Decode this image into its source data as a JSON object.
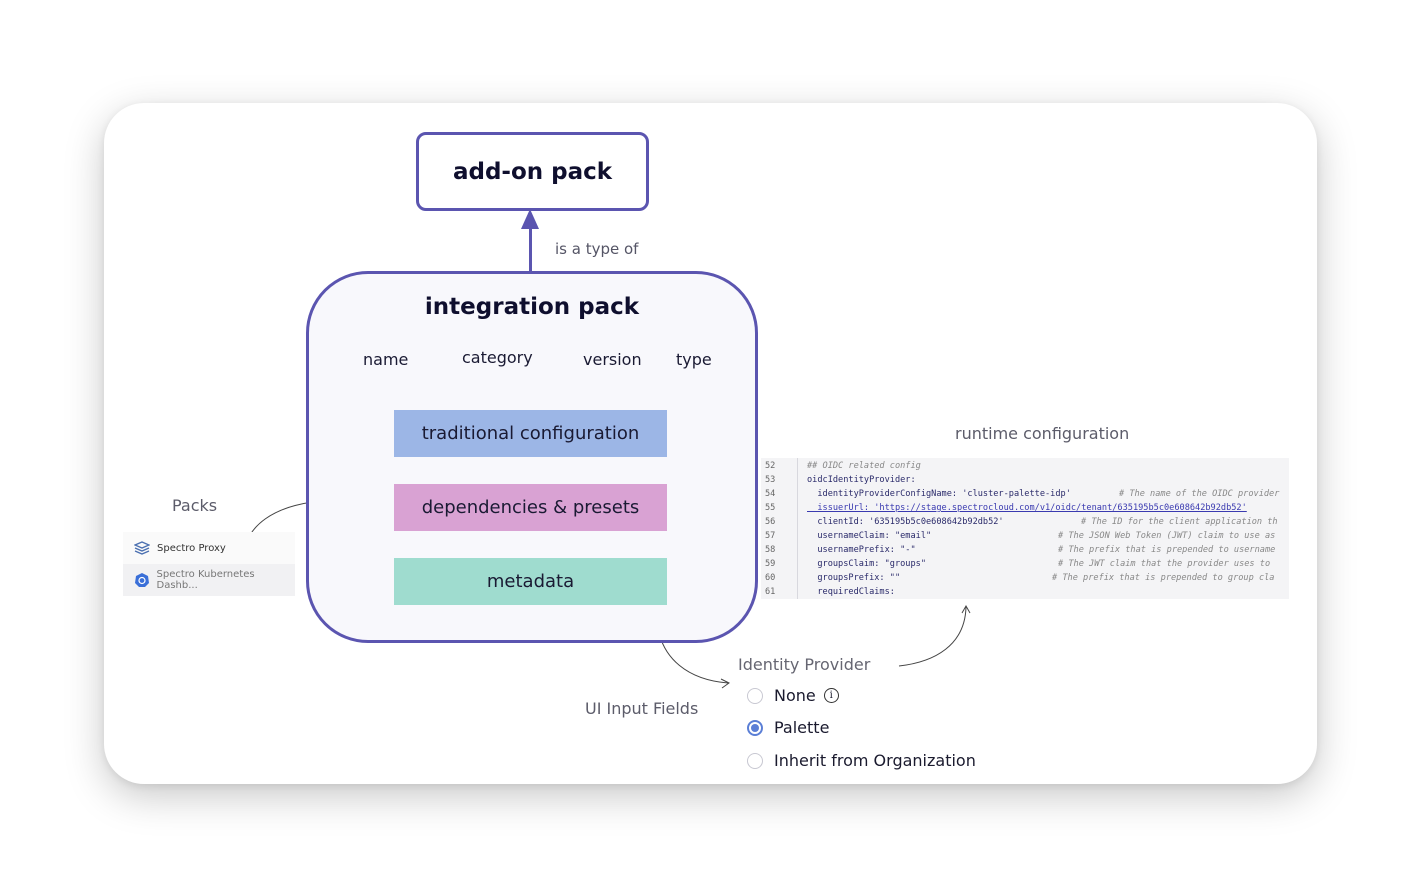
{
  "addon_pack": {
    "title": "add-on pack"
  },
  "relation": {
    "label": "is a type of"
  },
  "integration_pack": {
    "title": "integration pack",
    "fields": [
      "name",
      "category",
      "version",
      "type"
    ],
    "blocks": [
      "traditional configuration",
      "dependencies & presets",
      "metadata"
    ]
  },
  "packs": {
    "label": "Packs",
    "items": [
      {
        "label": "Spectro Proxy",
        "icon": "stack-icon"
      },
      {
        "label": "Spectro Kubernetes Dashb...",
        "icon": "kubernetes-helm-icon"
      }
    ]
  },
  "runtime": {
    "label": "runtime configuration",
    "lines": [
      {
        "n": "52",
        "code": "## OIDC related config",
        "comment": ""
      },
      {
        "n": "53",
        "code": "oidcIdentityProvider:",
        "comment": ""
      },
      {
        "n": "54",
        "code": "  identityProviderConfigName: 'cluster-palette-idp'",
        "comment": "# The name of the OIDC provider"
      },
      {
        "n": "55",
        "code": "  issuerUrl: 'https://stage.spectrocloud.com/v1/oidc/tenant/635195b5c0e608642b92db52'",
        "comment": ""
      },
      {
        "n": "56",
        "code": "  clientId: '635195b5c0e608642b92db52'",
        "comment": "# The ID for the client application th"
      },
      {
        "n": "57",
        "code": "  usernameClaim: \"email\"",
        "comment": "# The JSON Web Token (JWT) claim to use as"
      },
      {
        "n": "58",
        "code": "  usernamePrefix: \"-\"",
        "comment": "# The prefix that is prepended to username"
      },
      {
        "n": "59",
        "code": "  groupsClaim: \"groups\"",
        "comment": "# The JWT claim that the provider uses to"
      },
      {
        "n": "60",
        "code": "  groupsPrefix: \"\"",
        "comment": "# The prefix that is prepended to group cla"
      },
      {
        "n": "61",
        "code": "  requiredClaims:",
        "comment": ""
      }
    ]
  },
  "ui_inputs": {
    "label": "UI Input Fields"
  },
  "identity_provider": {
    "label": "Identity Provider",
    "options": [
      "None",
      "Palette",
      "Inherit from Organization"
    ],
    "selected": "Palette"
  },
  "colors": {
    "outline": "#5b55b0",
    "traditional": "#9cb6e6",
    "dependencies": "#d9a2d3",
    "metadata": "#9fdccf",
    "radio_selected": "#5b7fd6"
  }
}
